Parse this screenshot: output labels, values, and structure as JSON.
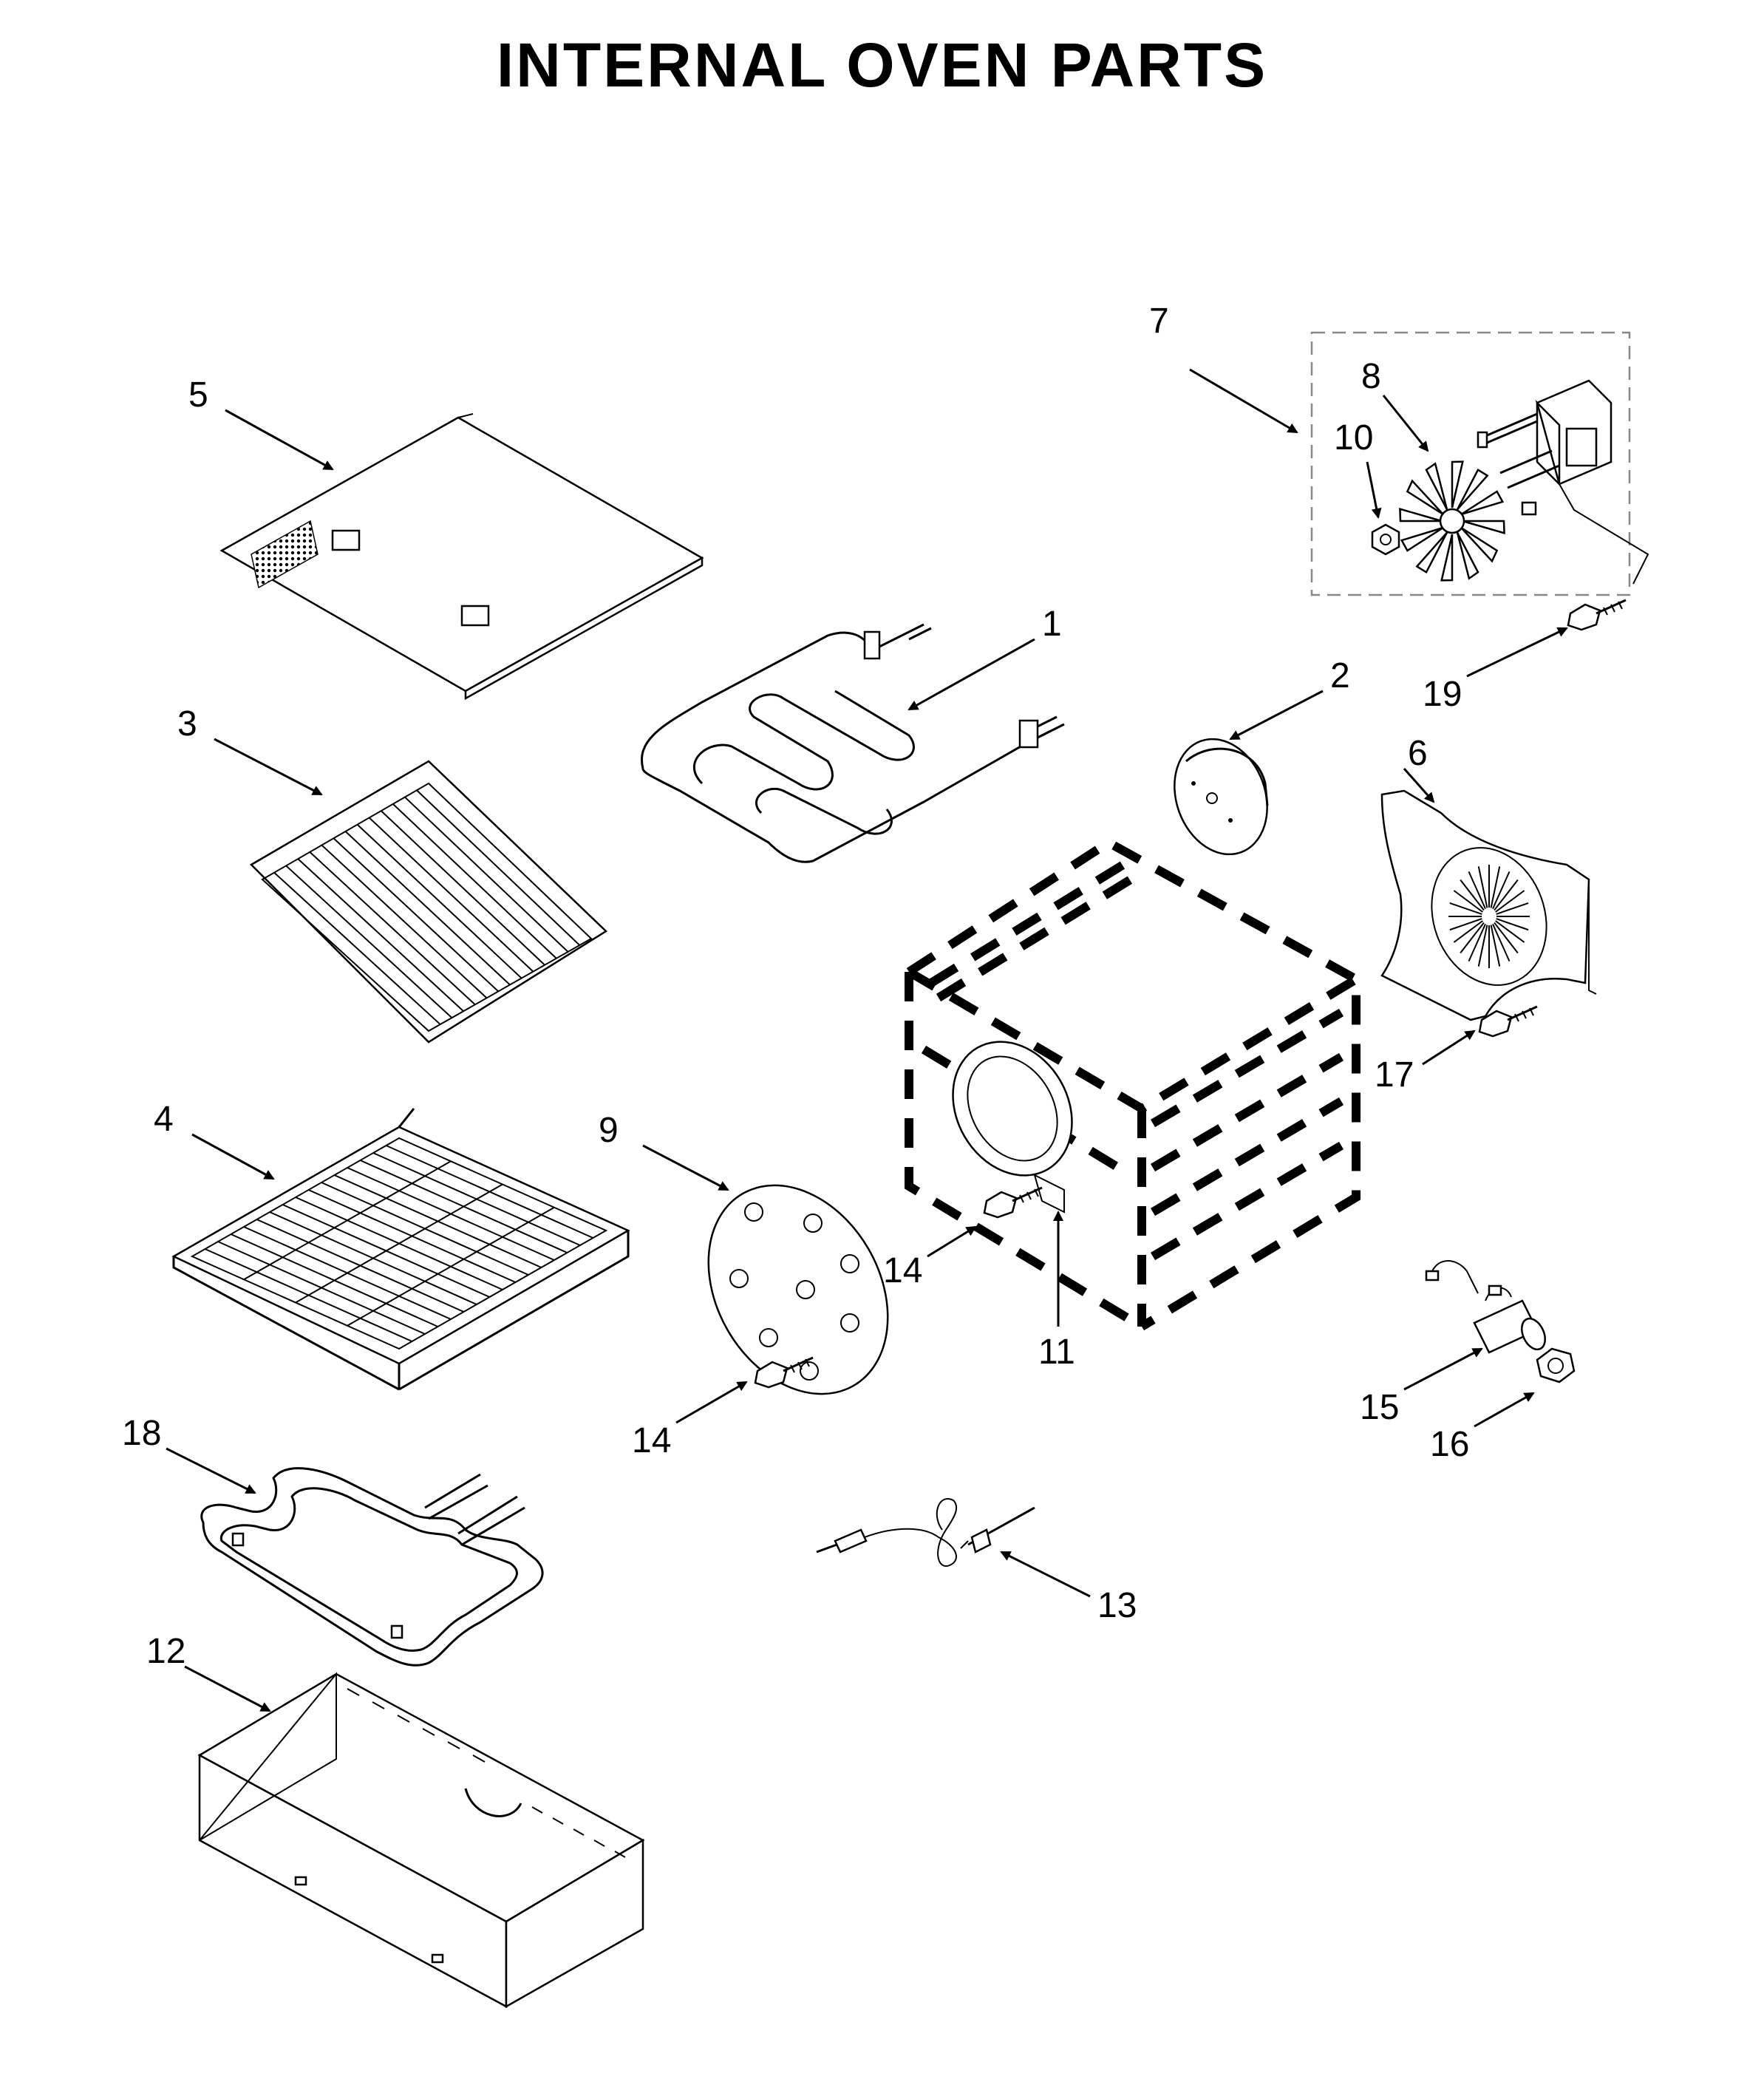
{
  "title": "INTERNAL OVEN PARTS",
  "callouts": {
    "p1": "1",
    "p2": "2",
    "p3": "3",
    "p4": "4",
    "p5": "5",
    "p6": "6",
    "p7": "7",
    "p8": "8",
    "p9": "9",
    "p10": "10",
    "p11": "11",
    "p12": "12",
    "p13": "13",
    "p14a": "14",
    "p14b": "14",
    "p15": "15",
    "p16": "16",
    "p17": "17",
    "p18": "18",
    "p19": "19"
  }
}
